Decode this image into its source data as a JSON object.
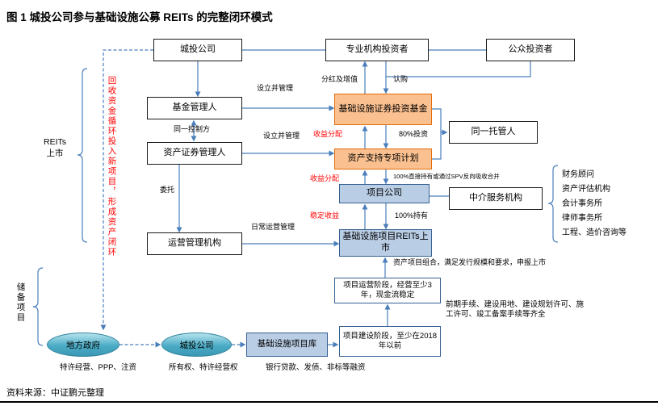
{
  "title": "图 1  城投公司参与基础设施公募 REITs 的完整闭环模式",
  "source": "资料来源：中证鹏元整理",
  "colors": {
    "arrow_blue": "#4a7ebb",
    "orange_fill": "#fac090",
    "orange_border": "#e36c0a",
    "blue_fill": "#b9cde5",
    "blue_border": "#376092",
    "ellipse_fill": "#4bacc6",
    "red_text": "#ff0000"
  },
  "nodes": {
    "chengtou_top": "城投公司",
    "professional_investors": "专业机构投资者",
    "public_investors": "公众投资者",
    "fund_manager": "基金管理人",
    "abs_manager": "资产证券管理人",
    "operation_manager": "运营管理机构",
    "infra_fund": "基础设施证券投资基金",
    "abs_plan": "资产支持专项计划",
    "project_company": "项目公司",
    "reits_listing": "基础设施项目REITs上市",
    "custodian": "同一托管人",
    "intermediary": "中介服务机构",
    "project_library": "基础设施项目库",
    "operation_stage": "项目运营阶段，经营至少3年，现金流稳定",
    "construction_stage": "项目建设阶段，至少在2018年以前",
    "local_government": "地方政府",
    "chengtou_bottom": "城投公司"
  },
  "intermediary_services": [
    "财务顾问",
    "资产评估机构",
    "会计事务所",
    "律师事务所",
    "工程、造价咨询等"
  ],
  "edge_labels": {
    "setup_manage_fund": "设立并管理",
    "dividend_appreciation": "分红及增值",
    "subscription": "认购",
    "same_controller": "同一控制方",
    "setup_manage_plan": "设立并管理",
    "income_distribution_1": "收益分配",
    "invest_80pct": "80%投资",
    "income_distribution_2": "收益分配",
    "spv_merge": "100%直接持有或通过SPV反向吸收合并",
    "entrust": "委托",
    "stable_income": "稳定收益",
    "hold_100pct": "100%持有",
    "daily_operation": "日常运营管理",
    "asset_portfolio": "资产项目组合，满足发行规模和要求，申报上市",
    "prerequisites": "前期手续、建设用地、建设规划许可、施工许可、竣工备案手续等齐全",
    "franchise_ppp": "特许经营、PPP、注资",
    "ownership_franchise": "所有权、特许经营权",
    "financing": "银行贷款、发债、非标等融资"
  },
  "side_labels": {
    "reits_listing_brace": "REITs\n上市",
    "capital_loop": "回收资金循环投入新项目，形成资产闭环",
    "reserve_projects": "储备项目"
  }
}
